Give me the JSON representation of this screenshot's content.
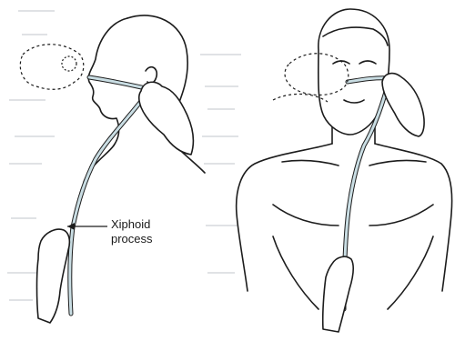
{
  "figures": [
    {
      "id": "side-view"
    },
    {
      "id": "front-view"
    }
  ],
  "annotation": {
    "line1": "Xiphoid",
    "line2": "process"
  },
  "colors": {
    "tube": "#c9dde3",
    "outline": "#1c1c1c",
    "page_bleed": "#9aa3a8"
  }
}
